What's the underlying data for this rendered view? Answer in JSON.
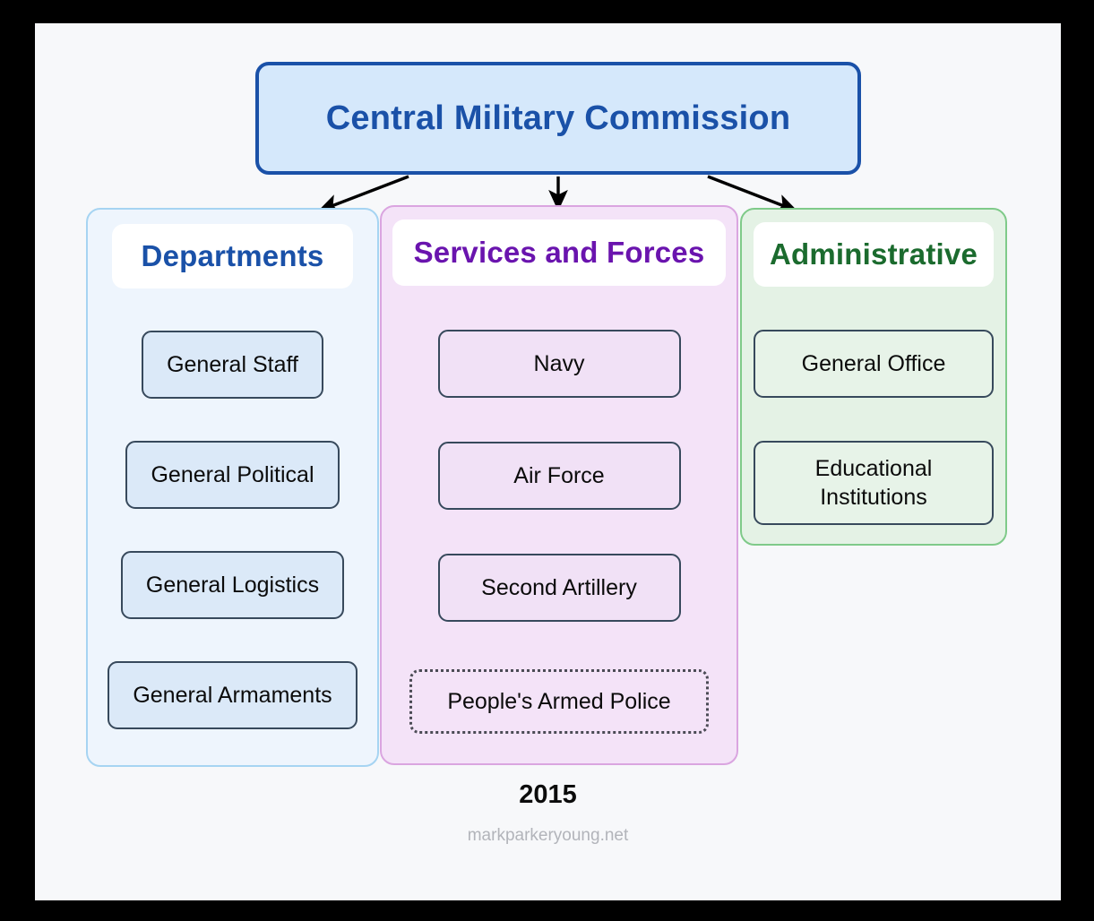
{
  "diagram": {
    "root": {
      "label": "Central Military Commission"
    },
    "columns": [
      {
        "key": "departments",
        "header": "Departments",
        "accent": "#1a51a8",
        "container_fill": "#eef5fd",
        "container_border": "#a6d4f2",
        "node_fill": "#dbe9f8",
        "nodes": [
          {
            "label": "General Staff",
            "style": "solid"
          },
          {
            "label": "General Political",
            "style": "solid"
          },
          {
            "label": "General Logistics",
            "style": "solid"
          },
          {
            "label": "General Armaments",
            "style": "solid"
          }
        ]
      },
      {
        "key": "services-and-forces",
        "header": "Services and Forces",
        "accent": "#6a14ae",
        "container_fill": "#f4e3f8",
        "container_border": "#daa5e0",
        "node_fill": "#f1e1f6",
        "nodes": [
          {
            "label": "Navy",
            "style": "solid"
          },
          {
            "label": "Air Force",
            "style": "solid"
          },
          {
            "label": "Second Artillery",
            "style": "solid"
          },
          {
            "label": "People's Armed Police",
            "style": "dotted"
          }
        ]
      },
      {
        "key": "administrative",
        "header": "Administrative",
        "accent": "#1b6b2e",
        "container_fill": "#e4f2e5",
        "container_border": "#7fca89",
        "node_fill": "#e7f3e8",
        "nodes": [
          {
            "label": "General Office",
            "style": "solid"
          },
          {
            "label": "Educational Institutions",
            "style": "solid"
          }
        ]
      }
    ],
    "connectors": [
      {
        "name": "root-to-departments",
        "direction": "down-left"
      },
      {
        "name": "root-to-services",
        "direction": "down"
      },
      {
        "name": "root-to-administrative",
        "direction": "down-right"
      }
    ]
  },
  "footer": {
    "year": "2015",
    "credit": "markparkeryoung.net"
  },
  "theme": {
    "canvas_background": "#f7f8fa",
    "frame": "#000000",
    "node_border": "#37495c",
    "node_text": "#0b0b0b",
    "arrow_color": "#000000",
    "credit_color": "#b2b4ba"
  }
}
